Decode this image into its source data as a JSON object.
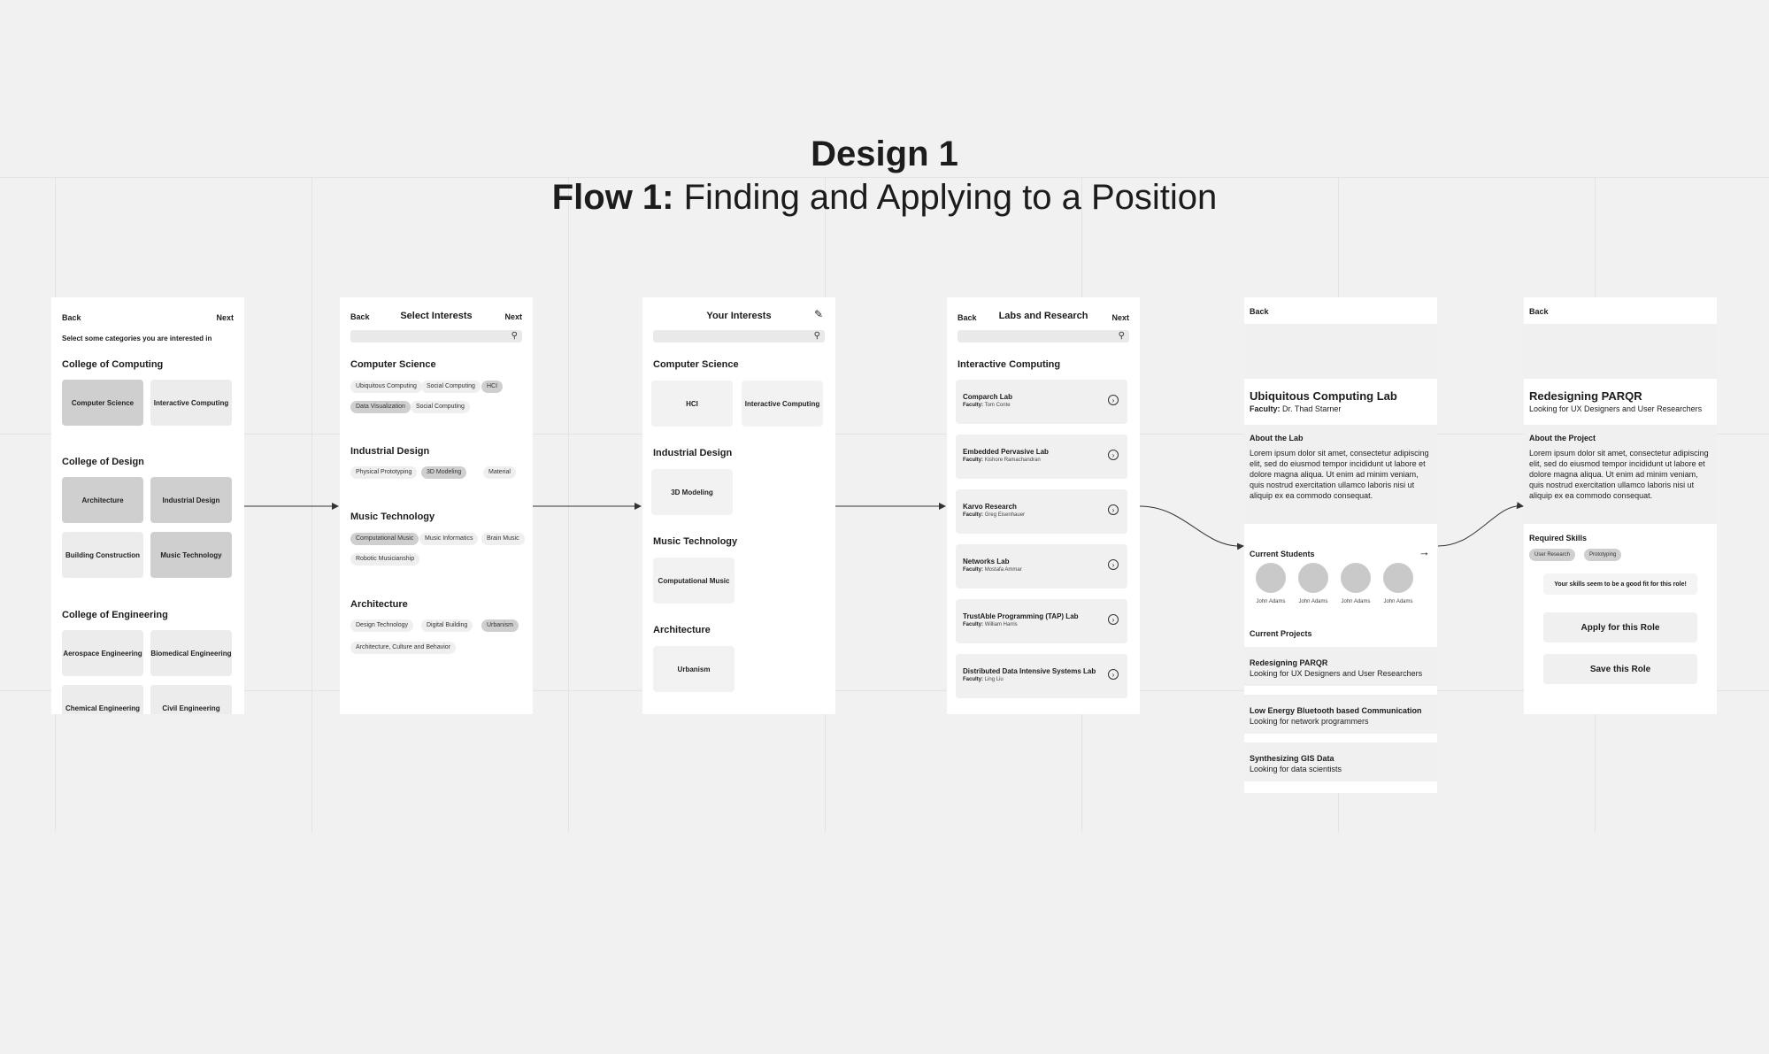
{
  "header": {
    "design_title": "Design 1",
    "flow_prefix": "Flow 1:",
    "flow_title": "Finding and Applying to a Position"
  },
  "screen1": {
    "back": "Back",
    "next": "Next",
    "prompt": "Select some categories you are interested in",
    "sections": [
      {
        "title": "College of Computing",
        "cards": [
          {
            "label": "Computer Science",
            "selected": true
          },
          {
            "label": "Interactive Computing",
            "selected": false
          }
        ]
      },
      {
        "title": "College of Design",
        "cards": [
          {
            "label": "Architecture",
            "selected": true
          },
          {
            "label": "Industrial Design",
            "selected": true
          },
          {
            "label": "Building Construction",
            "selected": false
          },
          {
            "label": "Music Technology",
            "selected": true
          }
        ]
      },
      {
        "title": "College of Engineering",
        "cards": [
          {
            "label": "Aerospace Engineering",
            "selected": false
          },
          {
            "label": "Biomedical Engineering",
            "selected": false
          },
          {
            "label": "Chemical Engineering",
            "selected": false
          },
          {
            "label": "Civil Engineering",
            "selected": false
          }
        ]
      }
    ]
  },
  "screen2": {
    "back": "Back",
    "title": "Select Interests",
    "next": "Next",
    "search_icon": "search-icon",
    "sections": [
      {
        "title": "Computer Science",
        "chips": [
          {
            "label": "Ubiquitous Computing",
            "selected": false
          },
          {
            "label": "Social Computing",
            "selected": false
          },
          {
            "label": "HCI",
            "selected": true
          },
          {
            "label": "Data Visualization",
            "selected": true
          },
          {
            "label": "Social Computing",
            "selected": false
          }
        ]
      },
      {
        "title": "Industrial Design",
        "chips": [
          {
            "label": "Physical Prototyping",
            "selected": false
          },
          {
            "label": "3D Modeling",
            "selected": true
          },
          {
            "label": "Material",
            "selected": false
          }
        ]
      },
      {
        "title": "Music Technology",
        "chips": [
          {
            "label": "Computational Music",
            "selected": true
          },
          {
            "label": "Music Informatics",
            "selected": false
          },
          {
            "label": "Brain Music",
            "selected": false
          },
          {
            "label": "Robotic Musicianship",
            "selected": false
          }
        ]
      },
      {
        "title": "Architecture",
        "chips": [
          {
            "label": "Design Technology",
            "selected": false
          },
          {
            "label": "Digital Building",
            "selected": false
          },
          {
            "label": "Urbanism",
            "selected": true
          },
          {
            "label": "Architecture, Culture and Behavior",
            "selected": false
          }
        ]
      }
    ]
  },
  "screen3": {
    "title": "Your Interests",
    "edit_icon": "pencil-icon",
    "sections": [
      {
        "title": "Computer Science",
        "cards": [
          "HCI",
          "Interactive Computing"
        ]
      },
      {
        "title": "Industrial Design",
        "cards": [
          "3D Modeling"
        ]
      },
      {
        "title": "Music Technology",
        "cards": [
          "Computational Music"
        ]
      },
      {
        "title": "Architecture",
        "cards": [
          "Urbanism"
        ]
      }
    ]
  },
  "screen4": {
    "back": "Back",
    "title": "Labs and Research",
    "next": "Next",
    "section": "Interactive Computing",
    "faculty_label": "Faculty:",
    "labs": [
      {
        "name": "Comparch Lab",
        "faculty": "Tom Conte"
      },
      {
        "name": "Embedded Pervasive Lab",
        "faculty": "Kishore Ramachandran"
      },
      {
        "name": "Karvo Research",
        "faculty": "Greg Eisenhauer"
      },
      {
        "name": "Networks Lab",
        "faculty": "Mostafa Ammar"
      },
      {
        "name": "TrustAble Programming (TAP) Lab",
        "faculty": "William Harris"
      },
      {
        "name": "Distributed Data Intensive Systems Lab",
        "faculty": "Ling Liu"
      }
    ]
  },
  "screen5": {
    "back": "Back",
    "lab_name": "Ubiquitous Computing Lab",
    "faculty_label": "Faculty:",
    "faculty": "Dr. Thad Starner",
    "about_title": "About the Lab",
    "about_text": "Lorem ipsum dolor sit amet, consectetur adipiscing elit, sed do eiusmod tempor incididunt ut labore et dolore magna aliqua. Ut enim ad minim veniam, quis nostrud exercitation ullamco laboris nisi ut aliquip ex ea commodo consequat.",
    "students_title": "Current Students",
    "students": [
      "John Adams",
      "John Adams",
      "John Adams",
      "John Adams"
    ],
    "projects_title": "Current Projects",
    "projects": [
      {
        "name": "Redesigning PARQR",
        "desc": "Looking for UX Designers and User Researchers"
      },
      {
        "name": "Low Energy Bluetooth based Communication",
        "desc": "Looking for network programmers"
      },
      {
        "name": "Synthesizing GIS Data",
        "desc": "Looking for data scientists"
      }
    ]
  },
  "screen6": {
    "back": "Back",
    "project_name": "Redesigning PARQR",
    "project_sub": "Looking for UX Designers and User Researchers",
    "about_title": "About the Project",
    "about_text": "Lorem ipsum dolor sit amet, consectetur adipiscing elit, sed do eiusmod tempor incididunt ut labore et dolore magna aliqua. Ut enim ad minim veniam, quis nostrud exercitation ullamco laboris nisi ut aliquip ex ea commodo consequat.",
    "skills_title": "Required Skills",
    "skills": [
      "User Research",
      "Prototyping"
    ],
    "fit_message": "Your skills seem to be a good fit for this role!",
    "apply_label": "Apply for this Role",
    "save_label": "Save this Role"
  },
  "colors": {
    "background": "#f1f1f1",
    "screen": "#ffffff",
    "card": "#ececec",
    "card_selected": "#cfcfcf"
  }
}
